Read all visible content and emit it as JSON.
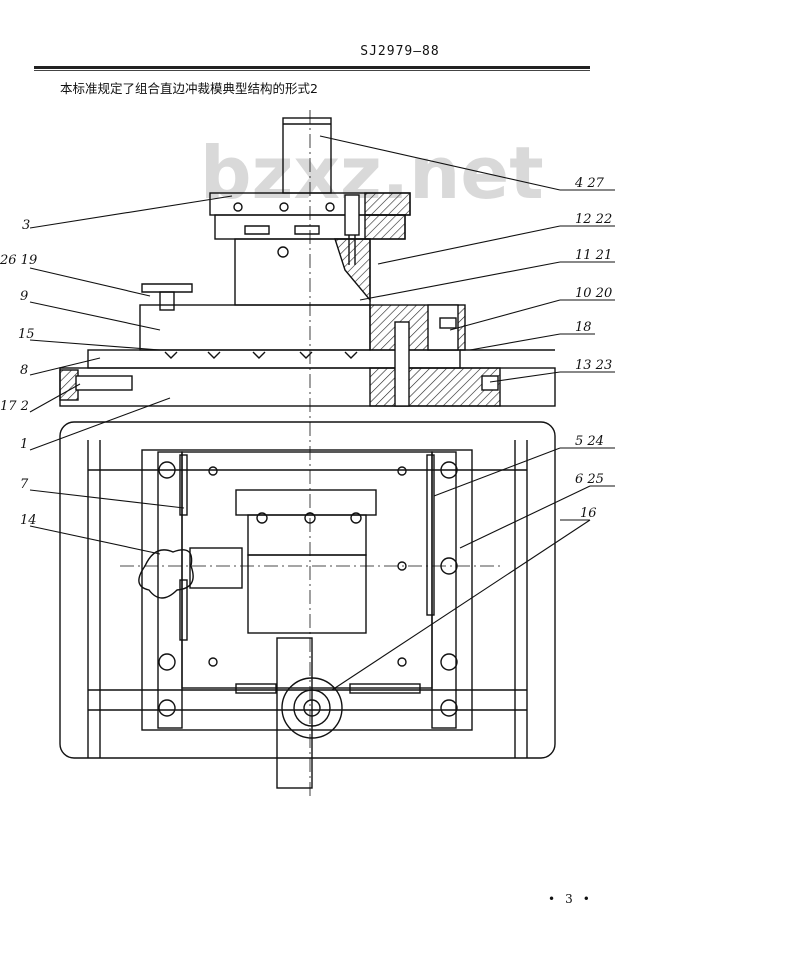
{
  "header": {
    "standard_code": "SJ2979—88",
    "intro_text": "本标准规定了组合直边冲裁模典型结构的形式2"
  },
  "watermark": "bzxz.net",
  "callouts": {
    "c3": "3",
    "c4_27": "4  27",
    "c12_22": "12  22",
    "c11_21": "11  21",
    "c26_19": "26  19",
    "c9": "9",
    "c10_20": "10  20",
    "c15": "15",
    "c18": "18",
    "c8": "8",
    "c13_23": "13  23",
    "c17_2": "17  2",
    "c1": "1",
    "c5_24": "5  24",
    "c7": "7",
    "c6_25": "6  25",
    "c14": "14",
    "c16": "16"
  },
  "footer": {
    "page_number": "3"
  },
  "colors": {
    "ink": "#111111",
    "watermark": "#d9d9d9"
  }
}
